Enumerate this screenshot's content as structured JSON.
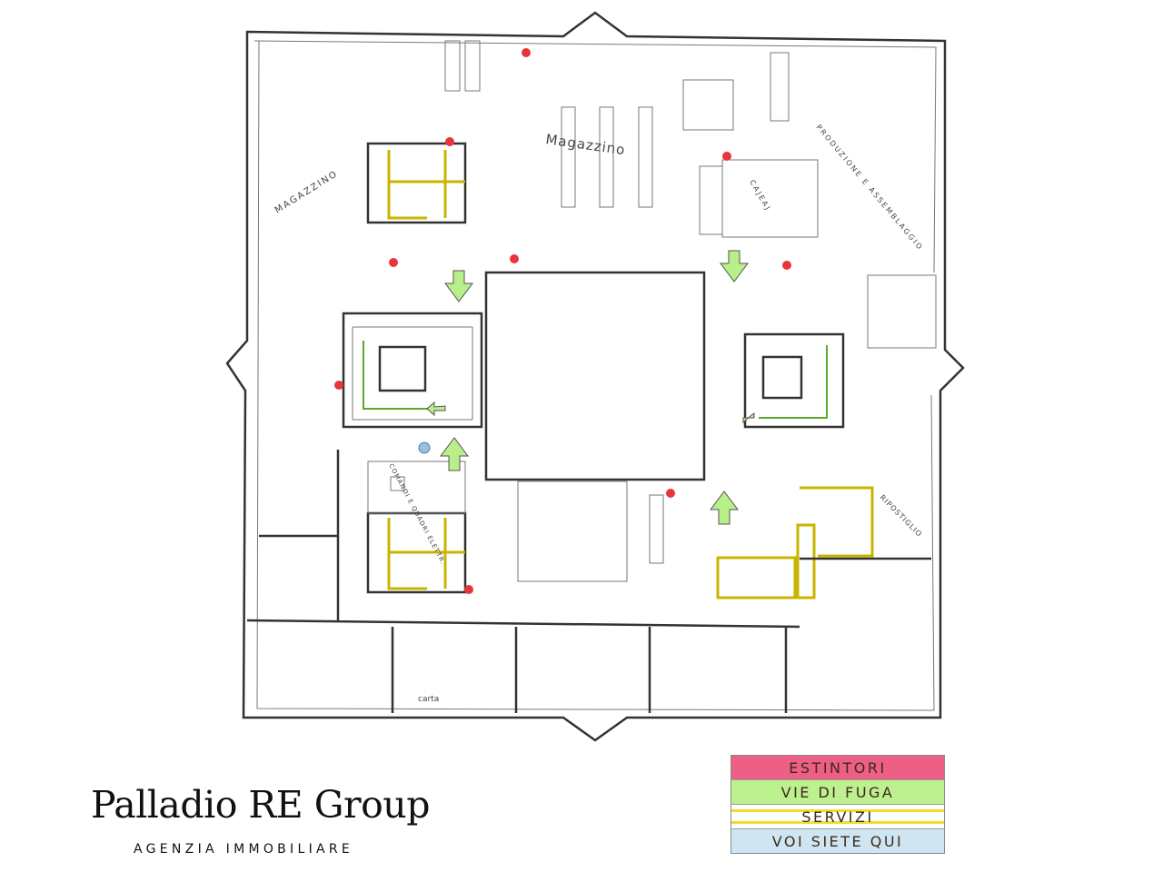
{
  "floorplan": {
    "labels": {
      "magazzino_left": "MAGAZZINO",
      "magazzino_center": "Magazzino",
      "produzione": "PRODUZIONE E ASSEMBLAGGIO",
      "cajeaj": "CAJEAJ",
      "comandi": "COMANDI E QUADRI ELETTR.",
      "ripostiglio": "RIPOSTIGLIO",
      "carta": "carta"
    },
    "colors": {
      "extinguisher": "#e8343c",
      "escape": "#b8ef8a",
      "services": "#e8d400",
      "you_are_here": "#8fc3ea"
    }
  },
  "legend": {
    "items": [
      {
        "label": "ESTINTORI",
        "color": "#ee5f86"
      },
      {
        "label": "VIE DI FUGA",
        "color": "#bdf08e"
      },
      {
        "label": "SERVIZI",
        "color": "#ffffff"
      },
      {
        "label": "VOI SIETE QUI",
        "color": "#cfe6f2"
      }
    ]
  },
  "brand": {
    "name": "Palladio RE Group",
    "tagline": "AGENZIA IMMOBILIARE"
  }
}
